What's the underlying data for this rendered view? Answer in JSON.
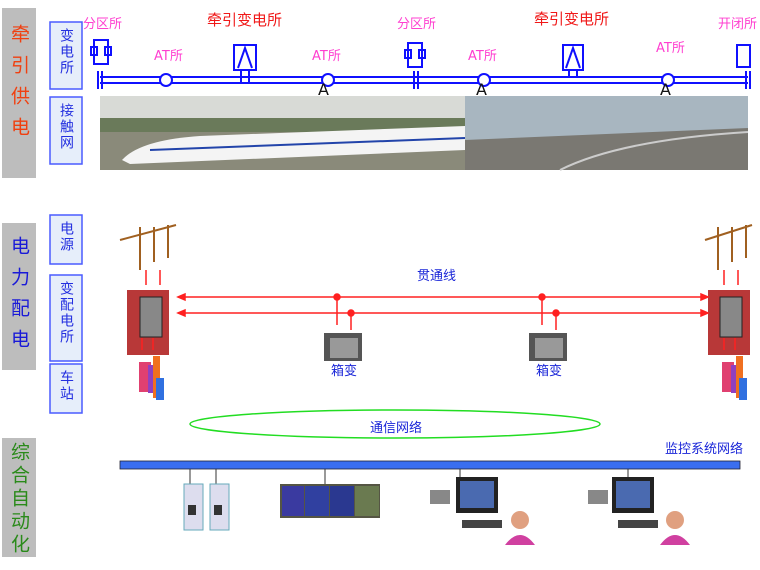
{
  "sections": [
    {
      "title": "牵引供电",
      "color": "#f04010",
      "sub": [
        "变电所",
        "接触网"
      ]
    },
    {
      "title": "电力配电",
      "color": "#1a1ad8",
      "sub": [
        "电源",
        "变配电所",
        "车站"
      ]
    },
    {
      "title": "综合自动化",
      "color": "#2a8a1a",
      "sub": []
    }
  ],
  "traction": {
    "labels": {
      "fenqu1": "分区所",
      "sub1": "牵引变电所",
      "at1": "AT所",
      "at2": "AT所",
      "fenqu2": "分区所",
      "at3": "AT所",
      "sub2": "牵引变电所",
      "at4": "AT所",
      "kaibi": "开闭所"
    },
    "marker": "A"
  },
  "power": {
    "through_line": "贯通线",
    "box_transformer_1": "箱变",
    "box_transformer_2": "箱变"
  },
  "automation": {
    "comm_network": "通信网络",
    "monitor_network": "监控系统网络"
  },
  "colors": {
    "rail": "#1010ff",
    "power_line": "#ff2020",
    "bus": "#3a6ef0",
    "ellipse": "#22dd22"
  }
}
